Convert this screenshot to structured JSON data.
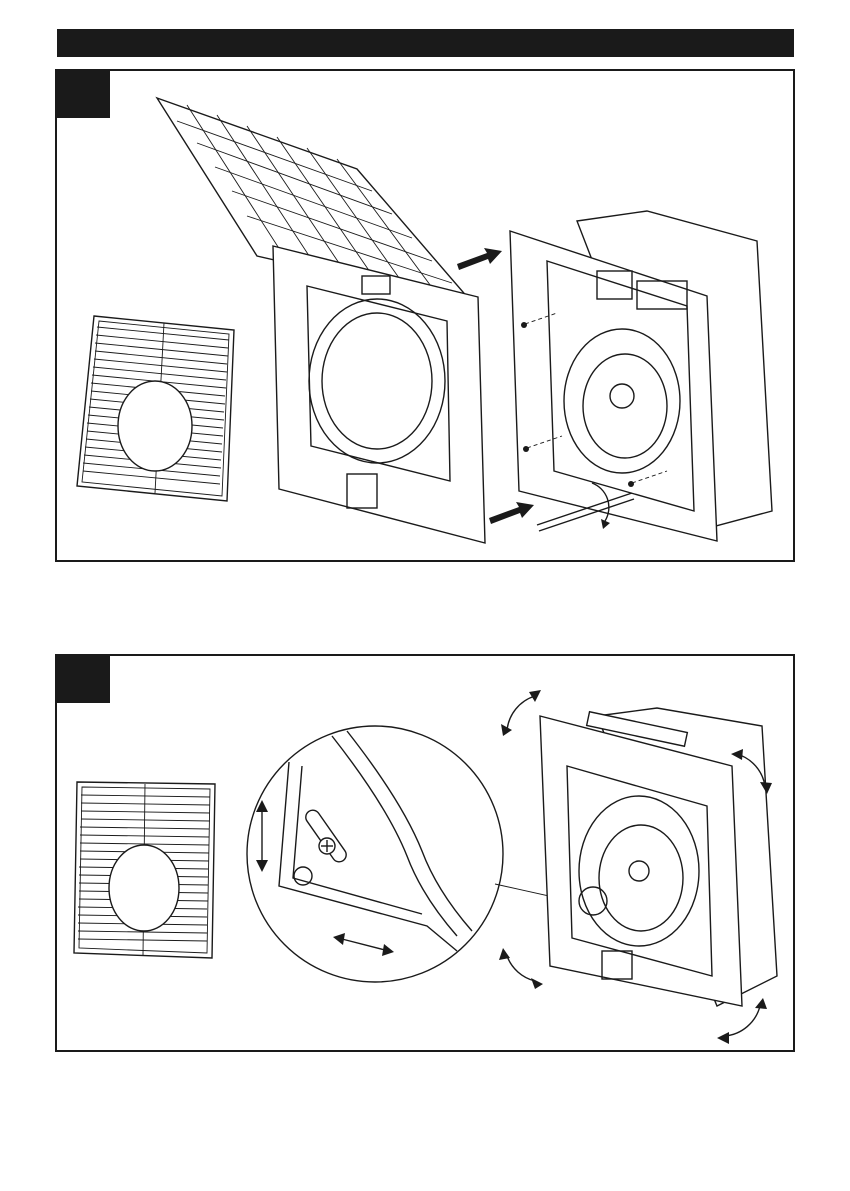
{
  "page": {
    "header_text": "",
    "figures": [
      {
        "step_label": "",
        "description_items": [
          "outer-grille",
          "hinged-filter-cover",
          "mounting-frame",
          "fan-housing",
          "screws",
          "screwdriver"
        ]
      },
      {
        "step_label": "",
        "description_items": [
          "outer-grille",
          "detail-magnifier",
          "adjustment-slot",
          "fan-housing",
          "rotation-arrows"
        ]
      }
    ]
  },
  "colors": {
    "ink": "#1a1a1a",
    "paper": "#ffffff"
  },
  "icons": [
    "arrow-right-icon",
    "rotate-arrow-icon",
    "double-arrow-icon",
    "screw-icon"
  ]
}
